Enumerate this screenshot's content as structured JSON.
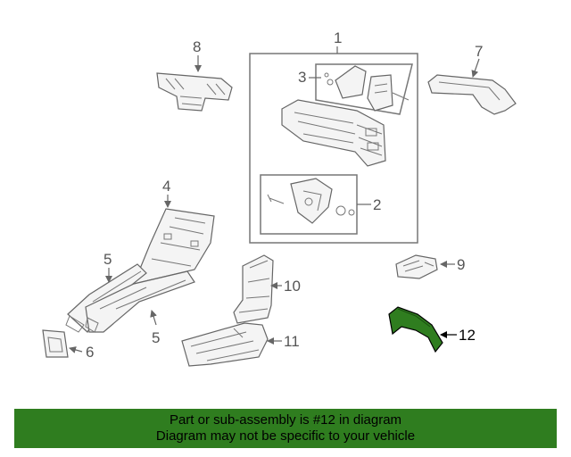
{
  "callouts": {
    "c1": "1",
    "c2": "2",
    "c3": "3",
    "c4": "4",
    "c5a": "5",
    "c5b": "5",
    "c6": "6",
    "c7": "7",
    "c8": "8",
    "c9": "9",
    "c10": "10",
    "c11": "11",
    "c12": "12"
  },
  "highlight": {
    "part_number": "12",
    "color": "#2f7d1f"
  },
  "banner": {
    "line1": "Part or sub-assembly is #12 in diagram",
    "line2": "Diagram may not be specific to your vehicle",
    "color": "#2f7d1f"
  }
}
